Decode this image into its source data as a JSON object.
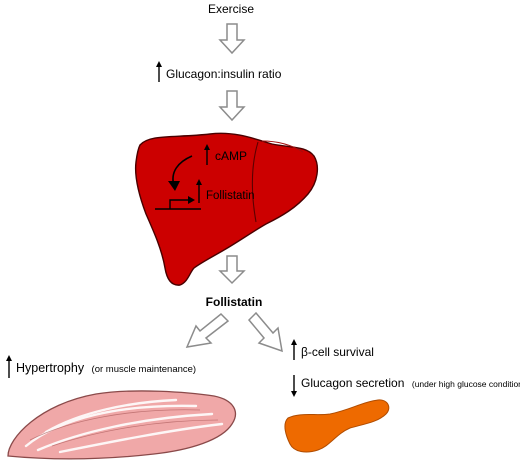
{
  "diagram": {
    "exercise": "Exercise",
    "ratio": "Glucagon:insulin ratio",
    "camp": "cAMP",
    "follistatin_gene": "Follistatin",
    "follistatin_output": "Follistatin",
    "hypertrophy": "Hypertrophy",
    "hypertrophy_note": "(or muscle maintenance)",
    "beta_cell": "β-cell survival",
    "glucagon_secretion": "Glucagon secretion",
    "glucagon_note": "(under high glucose conditions)"
  },
  "colors": {
    "liver": "#cc0000",
    "liver_dark": "#8b0000",
    "muscle": "#f0a8a8",
    "muscle_edge": "#b06060",
    "pancreas": "#ee6a00",
    "arrow_outline": "#8c8c8c"
  }
}
